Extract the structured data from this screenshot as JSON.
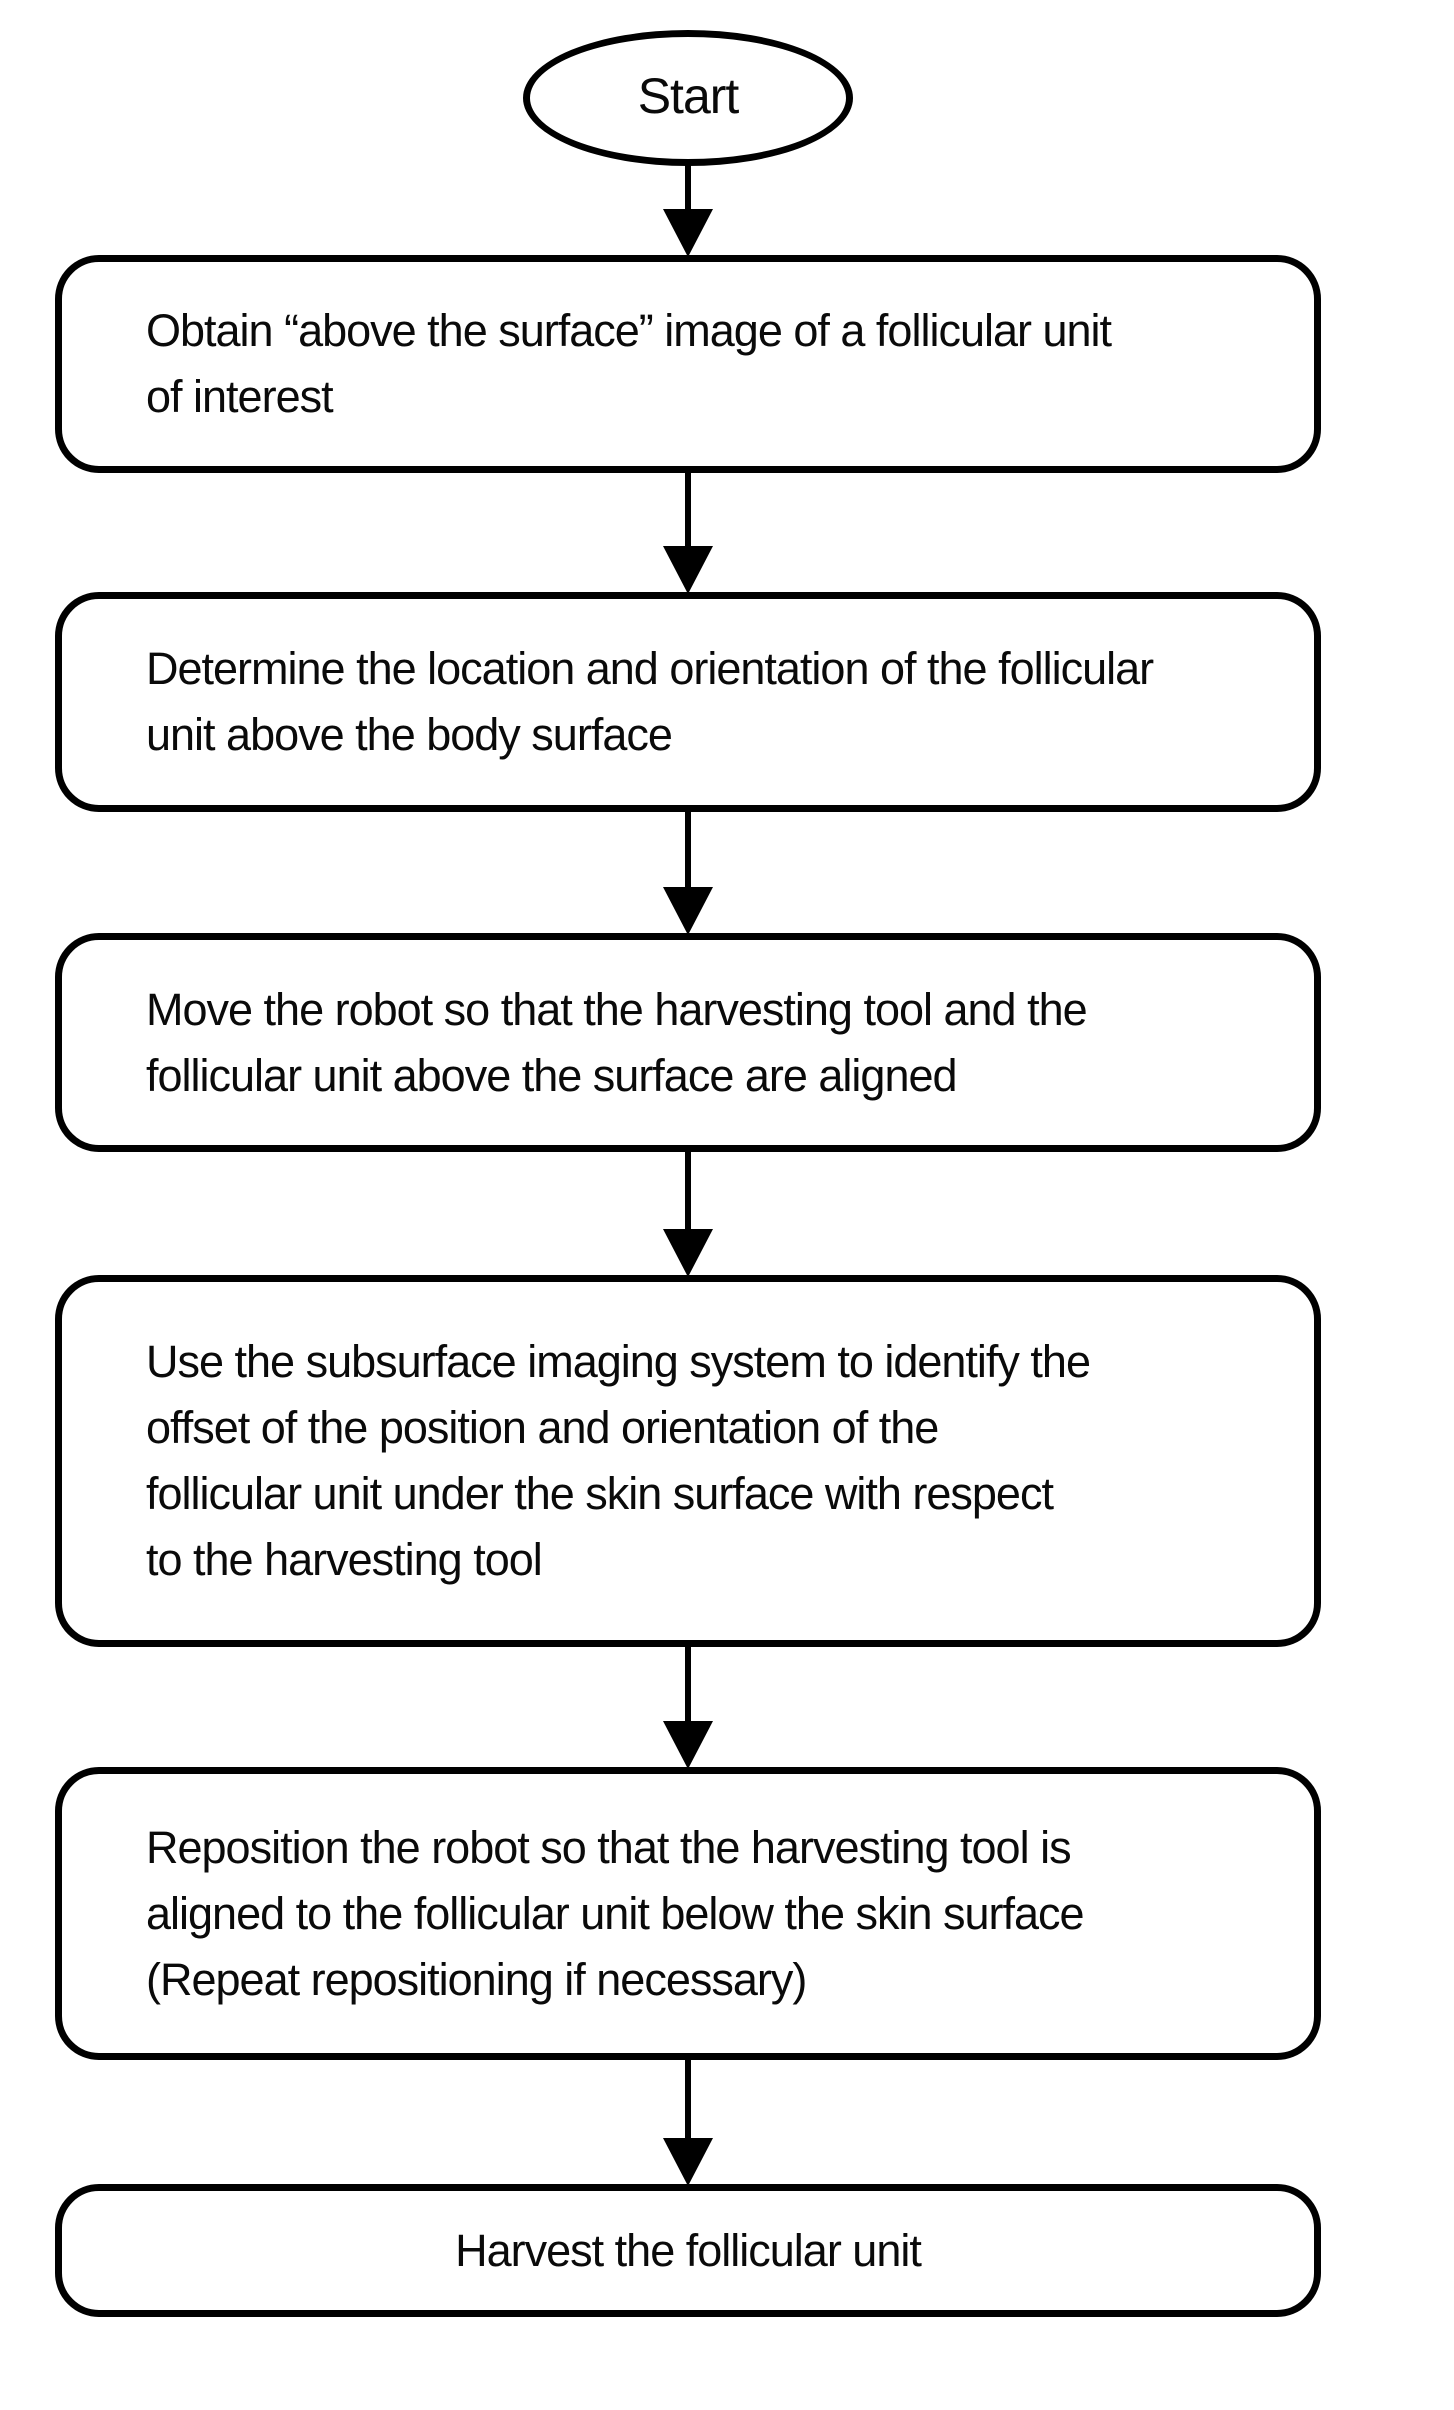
{
  "diagram": {
    "type": "flowchart",
    "description": "Robotic follicular unit harvesting procedure flowchart",
    "colors": {
      "line": "#000000",
      "background": "#ffffff",
      "text": "#0a0a0a"
    },
    "start_label": "Start",
    "steps": [
      {
        "id": 1,
        "shape": "rounded-rect",
        "text": "Obtain “above the surface” image of a follicular unit\nof interest"
      },
      {
        "id": 2,
        "shape": "rounded-rect",
        "text": "Determine the location and orientation of the follicular\nunit above the body surface"
      },
      {
        "id": 3,
        "shape": "rounded-rect",
        "text": "Move the robot so that the harvesting tool and the\nfollicular unit above the surface are aligned"
      },
      {
        "id": 4,
        "shape": "rounded-rect",
        "text": "Use the subsurface imaging system to identify the\noffset of the position and orientation of the\nfollicular unit under the skin surface with respect\nto the harvesting tool"
      },
      {
        "id": 5,
        "shape": "rounded-rect",
        "text": "Reposition the robot so that the harvesting tool is\naligned to the follicular unit below the skin surface\n(Repeat repositioning if necessary)"
      },
      {
        "id": 6,
        "shape": "rounded-rect",
        "text": "Harvest the follicular unit"
      }
    ],
    "connections": [
      "start->1",
      "1->2",
      "2->3",
      "3->4",
      "4->5",
      "5->6"
    ]
  }
}
